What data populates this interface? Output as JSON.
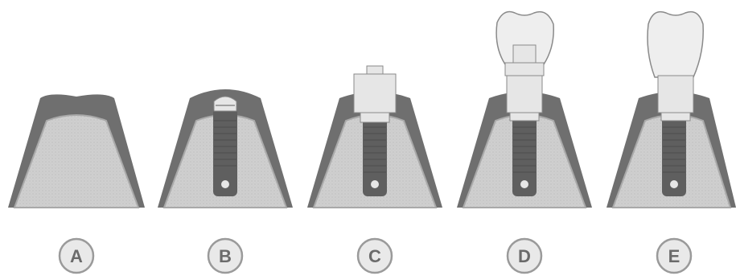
{
  "panels": [
    {
      "label": "A"
    },
    {
      "label": "B"
    },
    {
      "label": "C"
    },
    {
      "label": "D"
    },
    {
      "label": "E"
    }
  ],
  "colors": {
    "gum": "#6f6f6f",
    "bone": "#cfcfcf",
    "bone_edge": "#a9a9a9",
    "implant": "#5f5f5f",
    "abutment": "#e6e6e6",
    "crown": "#eeeeee",
    "outline": "#8a8a8a",
    "badge_fill": "#e9e9e9",
    "badge_stroke": "#9a9a9a"
  }
}
